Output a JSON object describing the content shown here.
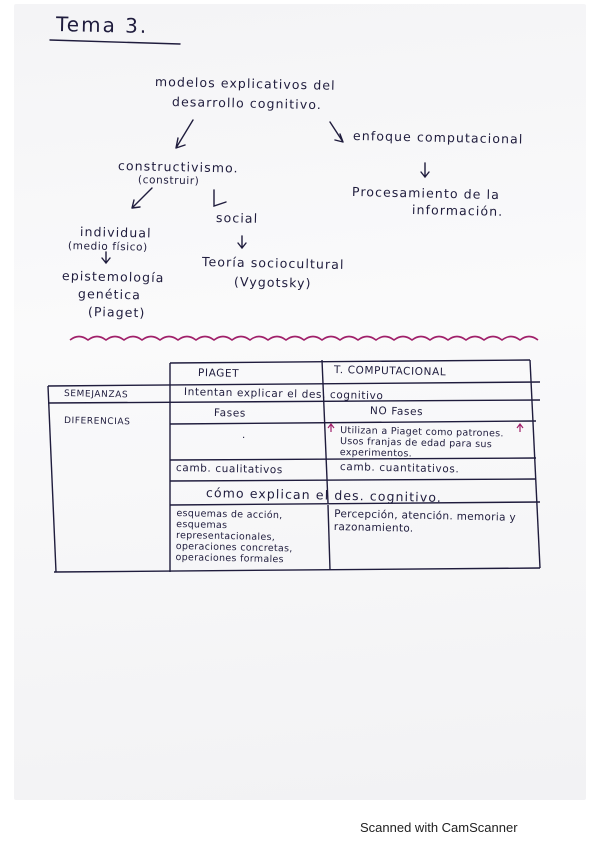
{
  "title": "Tema 3.",
  "map": {
    "root_line1": "modelos explicativos del",
    "root_line2": "desarrollo cognitivo.",
    "enfoque": "enfoque computacional",
    "procesamiento_line1": "Procesamiento de la",
    "procesamiento_line2": "información.",
    "constructivismo": "constructivismo.",
    "construir": "(construir)",
    "individual": "individual",
    "medio_fisico": "(medio físico)",
    "social": "social",
    "epistemologia_line1": "epistemología",
    "epistemologia_line2": "genética",
    "piaget_paren": "(Piaget)",
    "teoria": "Teoría sociocultural",
    "vygotsky": "(Vygotsky)"
  },
  "table": {
    "col_piaget": "PIAGET",
    "col_computacional": "T. COMPUTACIONAL",
    "row_semejanzas": "SEMEJANZAS",
    "row_diferencias": "DIFERENCIAS",
    "semejanza_text": "Intentan explicar el des. cognitivo",
    "fases": "Fases",
    "no_fases": "NO Fases",
    "utilizan": "Utilizan a Piaget como patrones. Usos franjas de edad para sus experimentos.",
    "dot": "·",
    "camb_cualitativos": "camb. cualitativos",
    "camb_cuantitativos": "camb. cuantitativos.",
    "como_explican": "cómo explican el des. cognitivo.",
    "esquemas": "esquemas de acción, esquemas representacionales, operaciones concretas, operaciones formales",
    "percepcion": "Percepción, atención. memoria y razonamiento."
  },
  "footer": "Scanned with CamScanner",
  "colors": {
    "ink": "#1f1c3d",
    "wave": "#a0206a"
  }
}
